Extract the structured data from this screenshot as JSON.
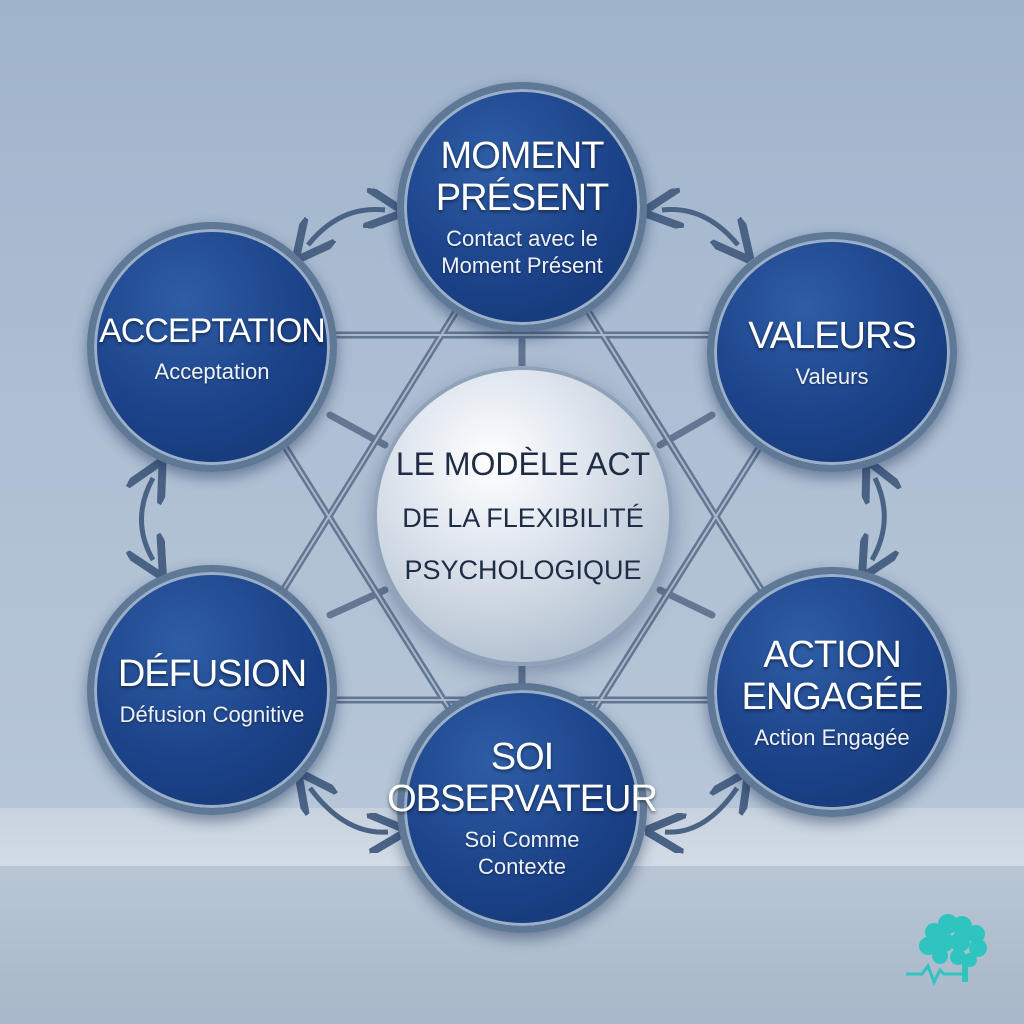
{
  "center": {
    "line1": "LE MODÈLE ACT",
    "line2": "DE LA FLEXIBILITÉ",
    "line3": "PSYCHOLOGIQUE"
  },
  "nodes": [
    {
      "id": "moment-present",
      "title": "MOMENT\nPRÉSENT",
      "subtitle": "Contact avec le\nMoment Présent"
    },
    {
      "id": "valeurs",
      "title": "VALEURS",
      "subtitle": "Valeurs"
    },
    {
      "id": "action-engagee",
      "title": "ACTION\nENGAGÉE",
      "subtitle": "Action Engagée"
    },
    {
      "id": "soi-observateur",
      "title": "SOI\nOBSERVATEUR",
      "subtitle": "Soi Comme\nContexte"
    },
    {
      "id": "defusion",
      "title": "DÉFUSION",
      "subtitle": "Défusion Cognitive"
    },
    {
      "id": "acceptation",
      "title": "ACCEPTATION",
      "subtitle": "Acceptation"
    }
  ],
  "colors": {
    "node_fill": "#1c4288",
    "node_border": "#5f7896",
    "frame": "#5b6f8c",
    "arrow": "#4a6385",
    "logo": "#2fc4c0"
  },
  "icons": {
    "arrow": "double-headed-curved-arrow",
    "logo": "brain-heartbeat-logo"
  }
}
